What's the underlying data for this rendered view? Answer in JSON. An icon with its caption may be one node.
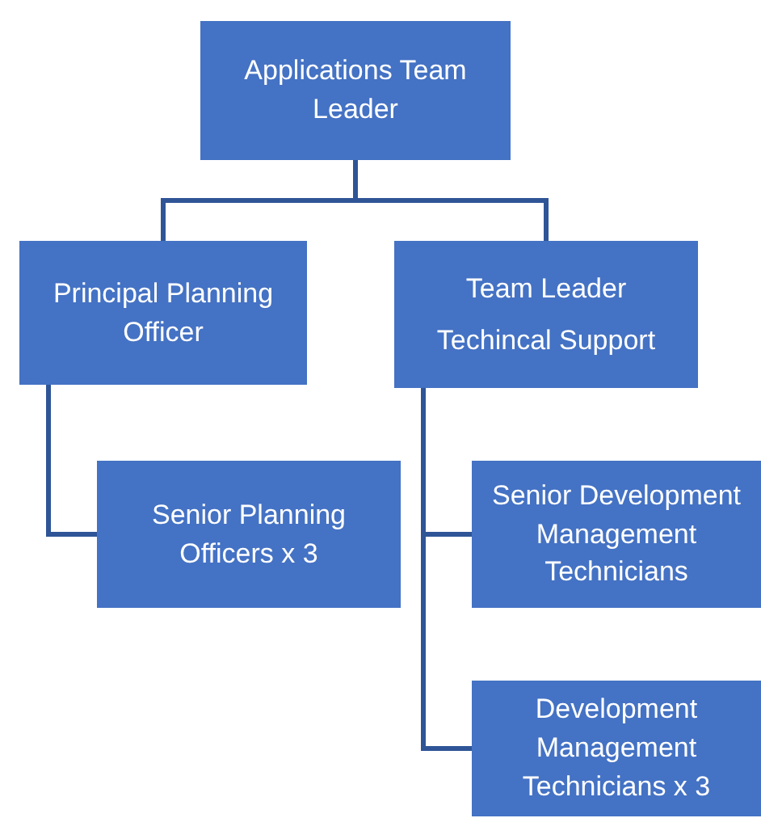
{
  "diagram": {
    "nodes": [
      {
        "text": [
          "Applications Team Leader"
        ]
      },
      {
        "text": [
          "Principal Planning Officer"
        ]
      },
      {
        "text": [
          "Team Leader",
          "Techincal Support"
        ]
      },
      {
        "text": [
          "Senior Planning Officers x 3"
        ]
      },
      {
        "text": [
          "Senior Development Management Technicians"
        ]
      },
      {
        "text": [
          "Development Management Technicians x 3"
        ]
      }
    ],
    "edges": [
      {
        "from": 0,
        "to": 1,
        "arrow": "none"
      },
      {
        "from": 0,
        "to": 2,
        "arrow": "none"
      },
      {
        "from": 1,
        "to": 3,
        "arrow": "none"
      },
      {
        "from": 2,
        "to": 4,
        "arrow": "none"
      },
      {
        "from": 2,
        "to": 5,
        "arrow": "none"
      }
    ]
  }
}
